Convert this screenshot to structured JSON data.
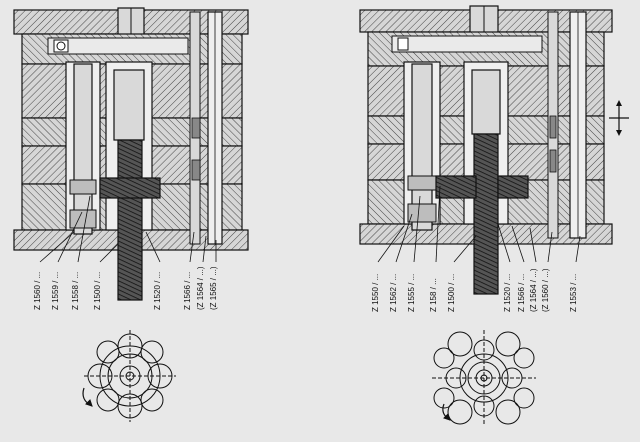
{
  "figure": {
    "background": "#e8e8e8",
    "line_color": "#1a1a1a",
    "steel_fill": "#d9d9d9",
    "hatch_color": "#3a3a3a"
  },
  "left_assembly": {
    "labels": [
      "Z 1560 / ...",
      "Z 1559 / ...",
      "Z 1558 / ...",
      "Z 1500 / ...",
      "Z 1520 / ...",
      "Z 1566 / ...",
      "(Z 1564 / ...)",
      "(Z 1565 / ...)"
    ]
  },
  "right_assembly": {
    "labels": [
      "Z 1550 / ...",
      "Z 1562 / ...",
      "Z 1555 / ...",
      "Z 158 / ...",
      "Z 1500 / ...",
      "Z 1520 / ...",
      "Z 1566 / ...",
      "(Z 1564 / ...)",
      "(Z 1560 / ...)",
      "Z 1553 / ..."
    ]
  },
  "icons": {
    "motion_indicator": "four-way-arrow-icon",
    "rotation_indicator": "curved-arrow-icon"
  }
}
